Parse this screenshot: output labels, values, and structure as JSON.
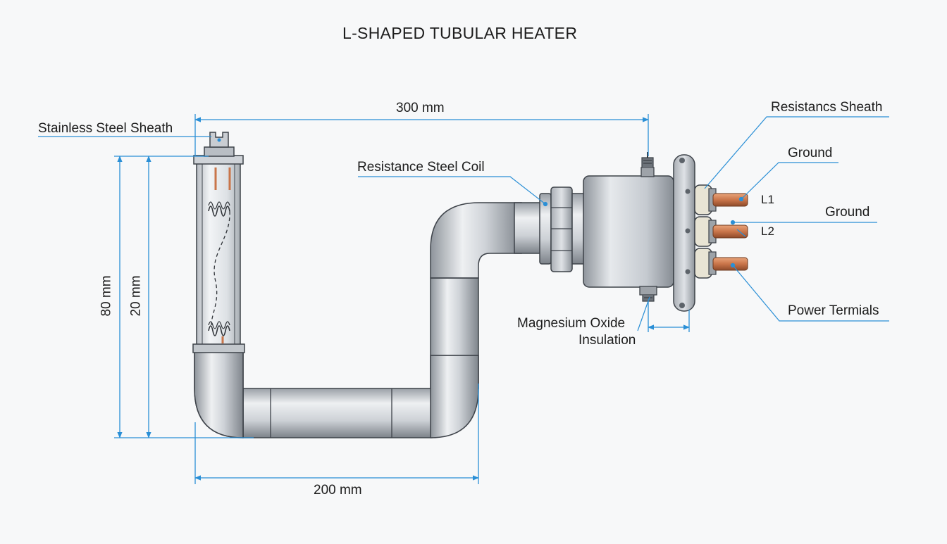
{
  "title": "L-SHAPED TUBULAR HEATER",
  "dimensions": {
    "top_width": "300 mm",
    "bottom_width": "200 mm",
    "outer_height": "80 mm",
    "inner_height": "20 mm"
  },
  "labels": {
    "stainless_sheath": "Stainless Steel Sheath",
    "resistance_coil": "Resistance Steel Coil",
    "resistancs_sheath": "Resistancs Sheath",
    "ground_1": "Ground",
    "ground_2": "Ground",
    "terminal_l1": "L1",
    "terminal_l2": "L2",
    "power_terminals": "Power Termials",
    "magnesium_line1": "Magnesium Oxide",
    "magnesium_line2": "Insulation"
  },
  "colors": {
    "dimension_line": "#2a8fd6",
    "steel_light": "#e9ebee",
    "steel_dark": "#8e949b",
    "copper": "#c9754a",
    "outline": "#3d4249"
  }
}
